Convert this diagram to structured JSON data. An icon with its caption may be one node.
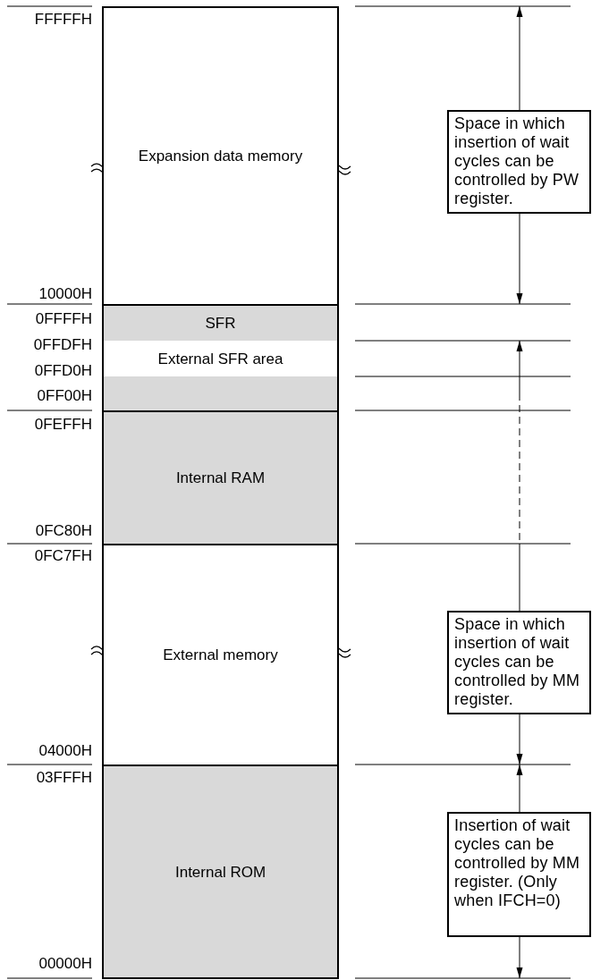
{
  "diagram": {
    "nodes": [
      {
        "text": [
          "Expansion data memory"
        ]
      },
      {
        "text": [
          "SFR"
        ]
      },
      {
        "text": [
          "External SFR area"
        ]
      },
      {
        "text": [],
        "shape": "bar"
      },
      {
        "text": [
          "Internal RAM"
        ]
      },
      {
        "text": [
          "External memory"
        ]
      },
      {
        "text": [
          "Internal ROM"
        ]
      },
      {
        "text": [
          "Space in which insertion of wait cycles can be controlled by PW register."
        ]
      },
      {
        "text": [
          "Space in which insertion of wait cycles can be controlled by MM register."
        ]
      },
      {
        "text": [
          "Insertion of wait cycles can be controlled by MM register. (Only when IFCH=0)"
        ]
      }
    ],
    "edges": [],
    "labels": [
      "FFFFFH",
      "10000H",
      "0FFFFH",
      "0FFDFH",
      "0FFD0H",
      "0FF00H",
      "0FEFFH",
      "0FC80H",
      "0FC7FH",
      "04000H",
      "03FFFH",
      "00000H"
    ]
  }
}
